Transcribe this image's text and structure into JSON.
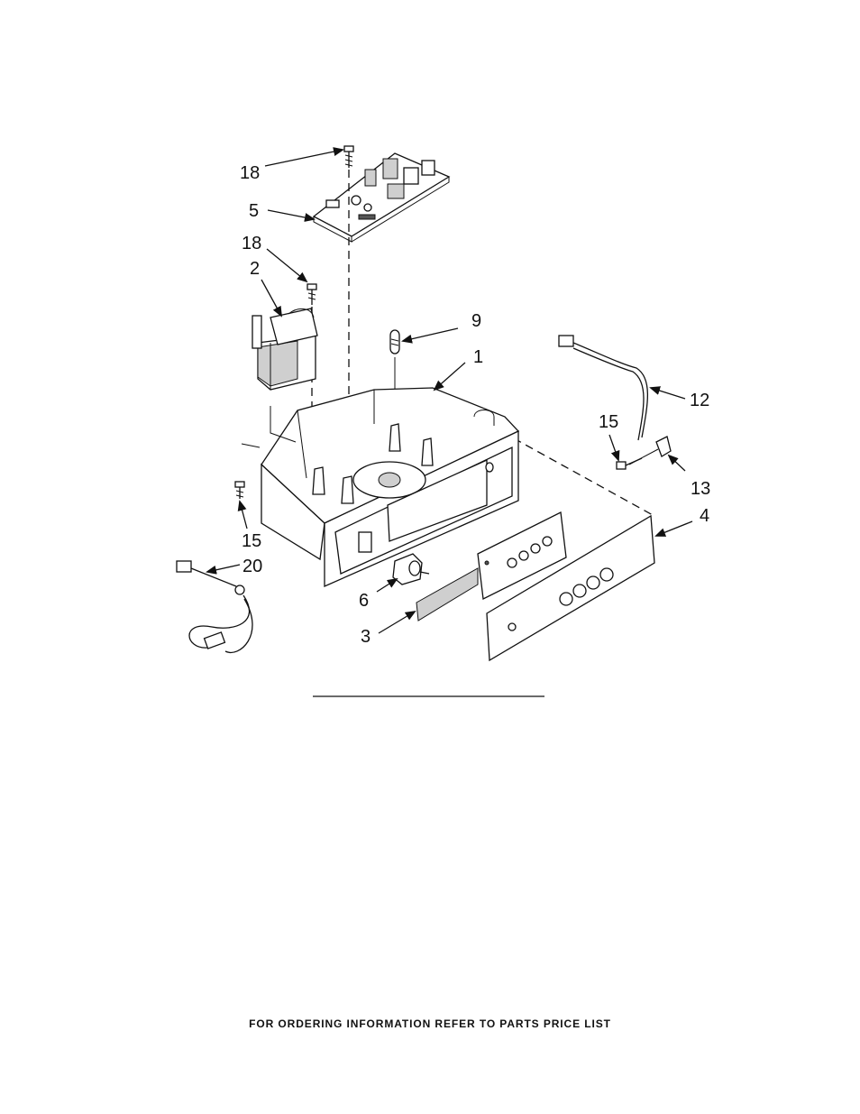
{
  "callouts": {
    "c18a": "18",
    "c5": "5",
    "c18b": "18",
    "c2": "2",
    "c9": "9",
    "c1": "1",
    "c12": "12",
    "c15a": "15",
    "c13": "13",
    "c4": "4",
    "c15b": "15",
    "c20": "20",
    "c6": "6",
    "c3": "3"
  },
  "footer": "FOR ORDERING INFORMATION REFER TO PARTS PRICE LIST"
}
